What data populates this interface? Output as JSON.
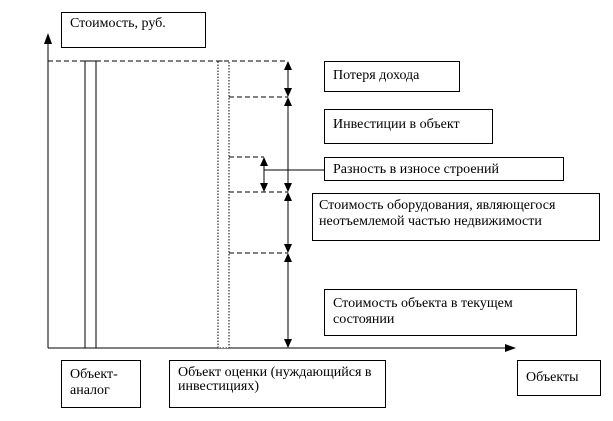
{
  "labels": {
    "y_axis": "Стоимость, руб.",
    "x_axis": "Объекты",
    "analog": "Объект-аналог",
    "subject": "Объект оценки (нуждающийся в инвестициях)",
    "loss_of_income": "Потеря дохода",
    "investments": "Инвестиции в объект",
    "wear_difference": "Разность в износе строений",
    "equipment_cost": "Стоимость оборудования, являющегося неотъемлемой частью недвижимости",
    "current_value": "Стоимость объекта в текущем состоянии"
  }
}
